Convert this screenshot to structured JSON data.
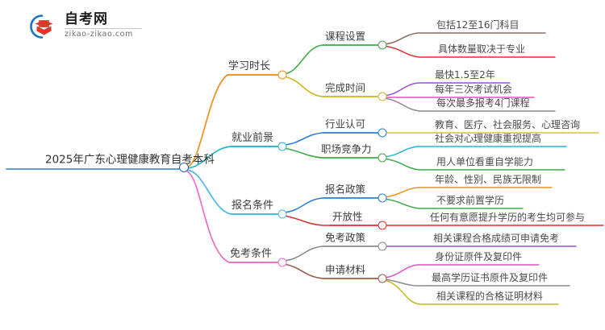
{
  "logo": {
    "mark_icon": "graduation-cap-in-circle-logo",
    "title": "自考网",
    "subtitle": "zikao-zikao.com",
    "arc_color": "#1a74c4",
    "cap_color": "#d8392b"
  },
  "mindmap": {
    "root": {
      "label": "2025年广东心理健康教育自考本科",
      "color": "#4a90d9",
      "node_ring_color": "#2e5fa3"
    },
    "branches": [
      {
        "label": "学习时长",
        "color": "#f18e1c",
        "children": [
          {
            "label": "课程设置",
            "color": "#3faa4a",
            "children": [
              {
                "label": "包括12至16门科目",
                "color": "#8e6b6b"
              },
              {
                "label": "具体数量取决于专业",
                "color": "#e03131"
              }
            ]
          },
          {
            "label": "完成时间",
            "color": "#c9b81e",
            "children": [
              {
                "label": "最快1.5至2年",
                "color": "#9b4fd8"
              },
              {
                "label": "每年三次考试机会",
                "color": "#e84ec0"
              },
              {
                "label": "每次最多报考4门课程",
                "color": "#8a8a8a"
              }
            ]
          }
        ]
      },
      {
        "label": "就业前景",
        "color": "#23b8cc",
        "children": [
          {
            "label": "行业认可",
            "color": "#2b7fd4",
            "children": [
              {
                "label": "教育、医疗、社会服务、心理咨询",
                "color": "#d8c520"
              }
            ]
          },
          {
            "label": "职场竞争力",
            "color": "#3faa4a",
            "children": [
              {
                "label": "社会对心理健康重视提高",
                "color": "#23b8cc"
              },
              {
                "label": "用人单位看重自学能力",
                "color": "#3faa4a"
              }
            ]
          }
        ]
      },
      {
        "label": "报名条件",
        "color": "#4ab9e8",
        "children": [
          {
            "label": "报名政策",
            "color": "#2b7fd4",
            "children": [
              {
                "label": "年龄、性别、民族无限制",
                "color": "#f18e1c"
              },
              {
                "label": "不要求前置学历",
                "color": "#3faa4a"
              }
            ]
          },
          {
            "label": "开放性",
            "color": "#e03131",
            "children": [
              {
                "label": "任何有意愿提升学历的考生均可参与",
                "color": "#e03131"
              }
            ]
          }
        ]
      },
      {
        "label": "免考条件",
        "color": "#f06fc0",
        "children": [
          {
            "label": "免考政策",
            "color": "#8a8a8a",
            "children": [
              {
                "label": "相关课程合格成绩可申请免考",
                "color": "#9b4fd8"
              }
            ]
          },
          {
            "label": "申请材料",
            "color": "#9c5a4a",
            "children": [
              {
                "label": "身份证原件及复印件",
                "color": "#e84ec0"
              },
              {
                "label": "最高学历证书原件及复印件",
                "color": "#8a8a8a"
              },
              {
                "label": "相关课程的合格证明材料",
                "color": "#c9b81e"
              }
            ]
          }
        ]
      }
    ]
  }
}
